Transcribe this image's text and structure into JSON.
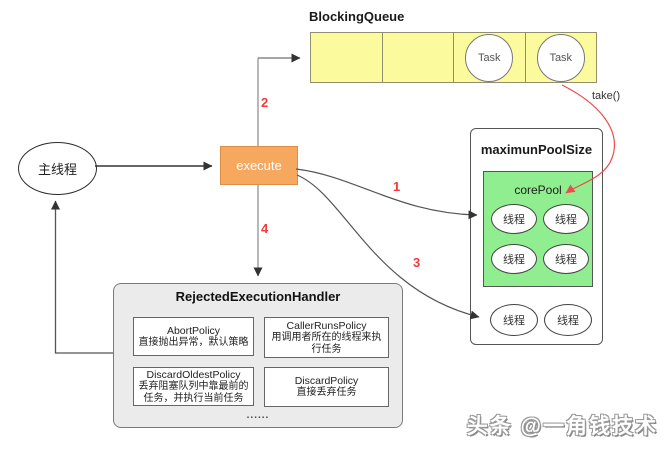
{
  "main_thread": {
    "label": "主线程"
  },
  "execute_box": {
    "label": "execute"
  },
  "blocking_queue": {
    "title": "BlockingQueue",
    "cells": 4,
    "task_label": "Task",
    "take_label": "take()"
  },
  "pool": {
    "title": "maximunPoolSize",
    "core_pool_title": "corePool",
    "thread_label": "线程",
    "core_thread_count": 4,
    "extra_thread_count": 2
  },
  "handler": {
    "title": "RejectedExecutionHandler",
    "policies": [
      {
        "name": "AbortPolicy",
        "desc": "直接抛出异常，默认策略"
      },
      {
        "name": "CallerRunsPolicy",
        "desc": "用调用者所在的线程来执行任务"
      },
      {
        "name": "DiscardOldestPolicy",
        "desc": "丢弃阻塞队列中靠最前的任务，并执行当前任务"
      },
      {
        "name": "DiscardPolicy",
        "desc": "直接丢弃任务"
      }
    ],
    "ellipsis": "......"
  },
  "flow_steps": {
    "s1": "1",
    "s2": "2",
    "s3": "3",
    "s4": "4"
  },
  "watermark": "头条 @一角钱技术",
  "colors": {
    "queue_fill": "#FBFB9D",
    "core_pool_fill": "#90EE90",
    "execute_fill": "#F6A85E",
    "handler_fill": "#EBEBEB",
    "red_accent": "#F5383B",
    "red_arrow": "#EF4B4B"
  }
}
